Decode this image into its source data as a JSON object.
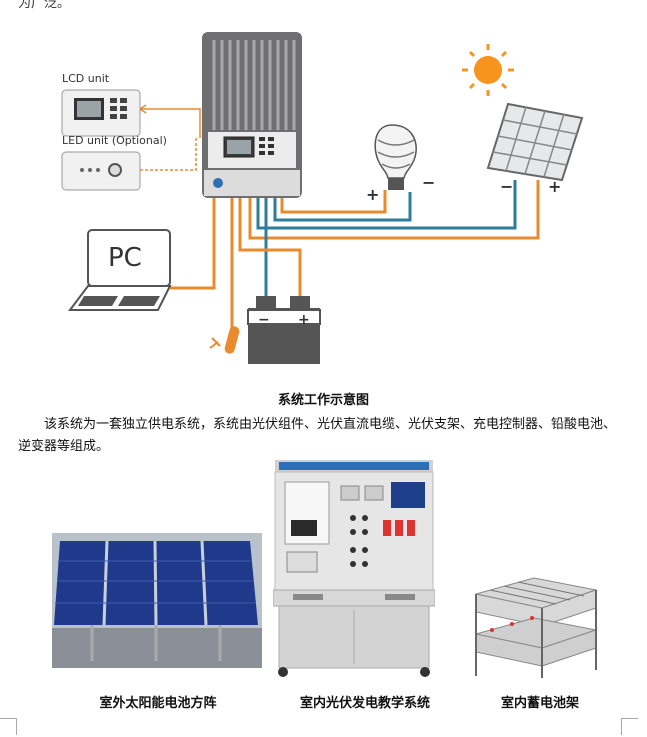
{
  "top_fragment": "为广泛。",
  "diagram": {
    "lcd_unit_label": "LCD unit",
    "led_unit_label": "LED unit (Optional)",
    "pc_label": "PC",
    "plus": "+",
    "minus": "−"
  },
  "caption_diagram": "系统工作示意图",
  "paragraph": "该系统为一套独立供电系统，系统由光伏组件、光伏直流电缆、光伏支架、充电控制器、铅酸电池、逆变器等组成。",
  "photo_captions": {
    "outdoor": "室外太阳能电池方阵",
    "teaching": "室内光伏发电教学系统",
    "rack": "室内蓄电池架"
  },
  "colors": {
    "orange_wire": "#e98b2c",
    "teal_wire": "#2e7d9b",
    "sun": "#f7941d",
    "controller": "#6f6f72"
  }
}
